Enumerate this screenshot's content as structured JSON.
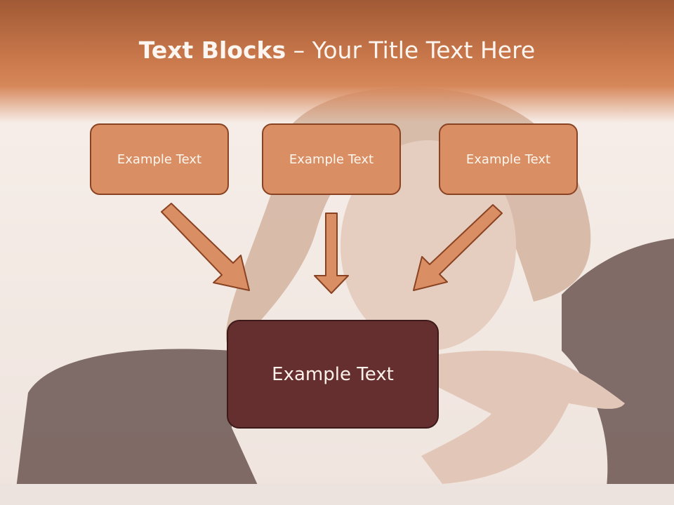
{
  "slide": {
    "title_bold": "Text Blocks",
    "title_dash": " – ",
    "title_rest": "Your Title Text Here",
    "top_boxes": [
      "Example Text",
      "Example Text",
      "Example Text"
    ],
    "main_box": "Example Text"
  },
  "colors": {
    "header": "#c7764a",
    "box_fill": "#d98e64",
    "box_border": "#8a4322",
    "main_fill": "#652f2f",
    "arrow_fill": "#d98e64"
  },
  "icons": [
    "arrow-down-right-icon",
    "arrow-down-icon",
    "arrow-down-left-icon"
  ]
}
